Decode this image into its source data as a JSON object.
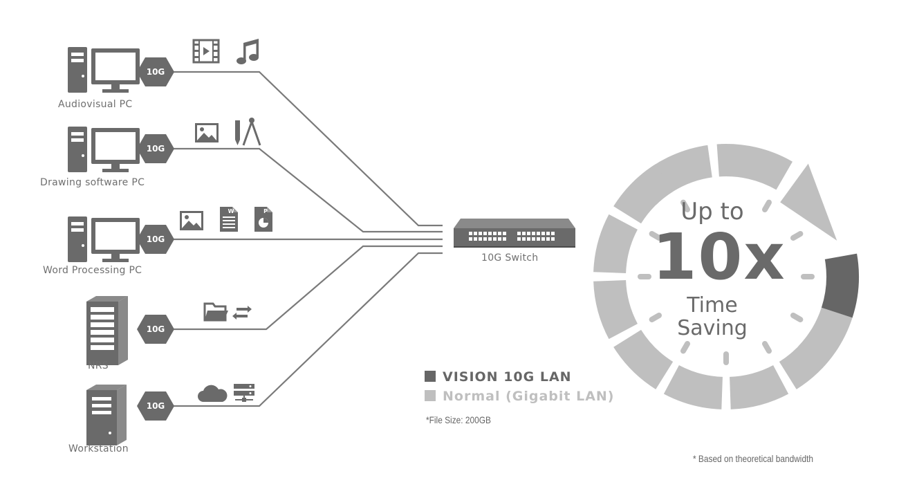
{
  "devices": [
    {
      "label": "Audiovisual PC",
      "badge": "10G",
      "icons": [
        "film-icon",
        "music-note-icon"
      ]
    },
    {
      "label": "Drawing software PC",
      "badge": "10G",
      "icons": [
        "picture-icon",
        "pencil-compass-icon"
      ]
    },
    {
      "label": "Word Processing PC",
      "badge": "10G",
      "icons": [
        "picture-icon",
        "word-document-icon",
        "powerpoint-document-icon"
      ]
    },
    {
      "label": "NRS",
      "badge": "10G",
      "icons": [
        "folder-icon",
        "transfer-arrows-icon"
      ]
    },
    {
      "label": "Workstation",
      "badge": "10G",
      "icons": [
        "cloud-icon",
        "server-stack-icon"
      ]
    }
  ],
  "switch": {
    "label": "10G Switch"
  },
  "legend": [
    {
      "label": "VISION 10G LAN",
      "color": "#666666"
    },
    {
      "label": "Normal (Gigabit LAN)",
      "color": "#bfbfbf"
    }
  ],
  "file_note": "*File Size: 200GB",
  "ring": {
    "line1": "Up to",
    "big": "10x",
    "line2": "Time",
    "line3": "Saving"
  },
  "footnote": "* Based on theoretical bandwidth",
  "colors": {
    "dark": "#666666",
    "light": "#bfbfbf",
    "line": "#7a7a7a"
  }
}
